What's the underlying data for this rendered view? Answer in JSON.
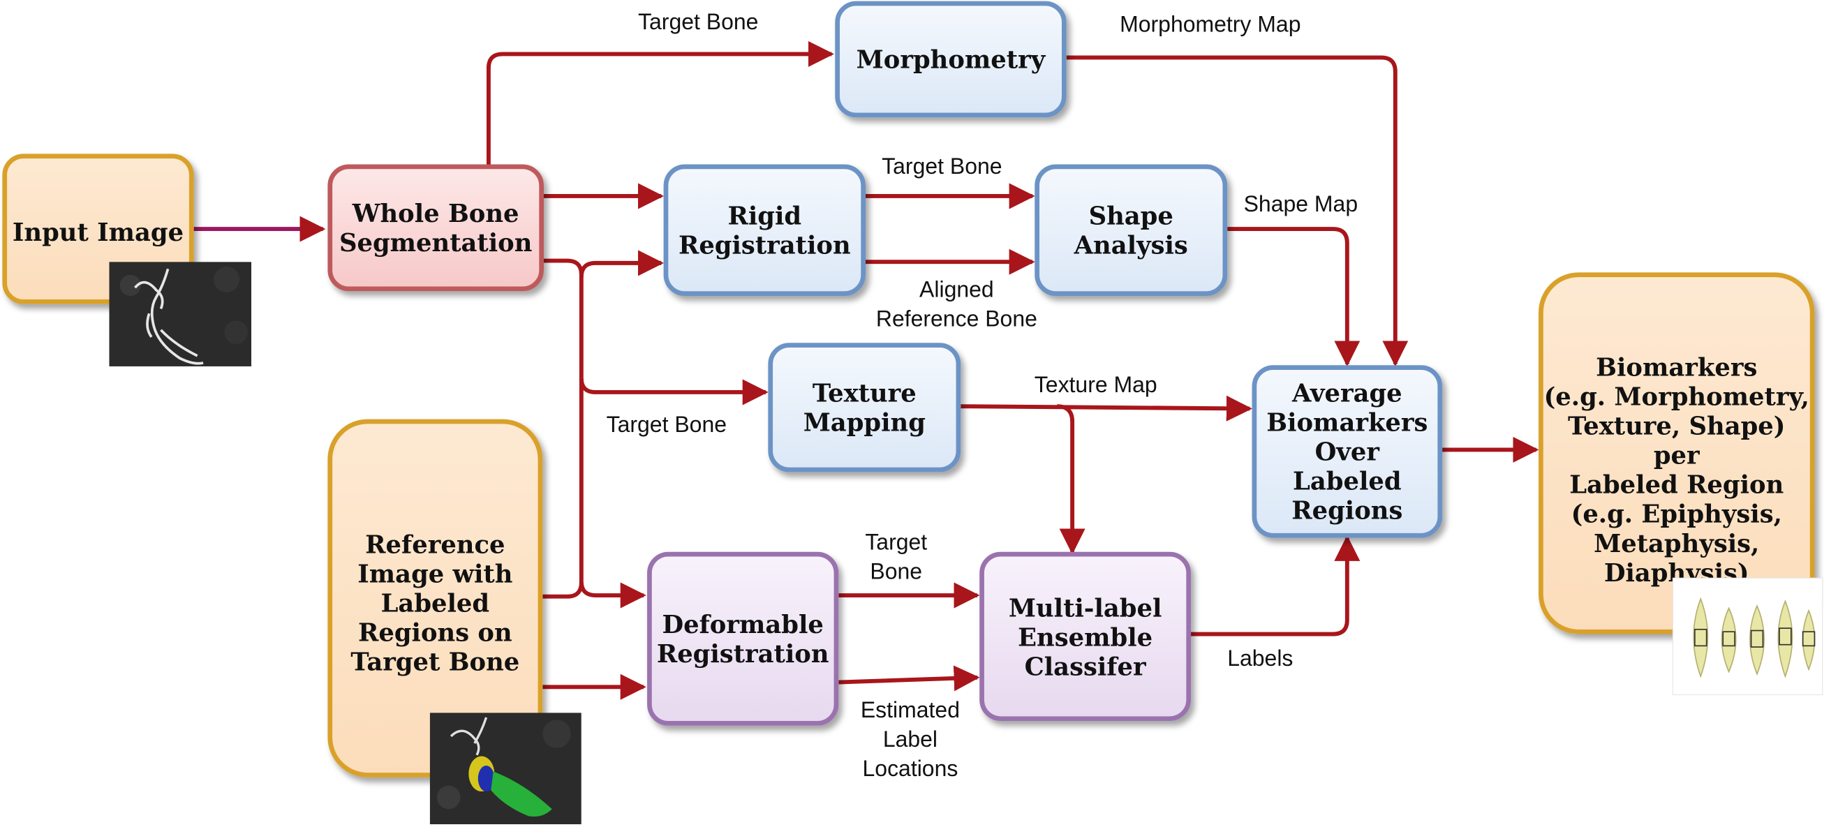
{
  "nodes": {
    "input_image": "Input Image",
    "whole_bone_segmentation": "Whole Bone\nSegmentation",
    "morphometry": "Morphometry",
    "rigid_registration": "Rigid\nRegistration",
    "shape_analysis": "Shape\nAnalysis",
    "texture_mapping": "Texture\nMapping",
    "reference_image": "Reference\nImage with\nLabeled\nRegions on\nTarget Bone",
    "deformable_registration": "Deformable\nRegistration",
    "multilabel_classifier": "Multi-label\nEnsemble\nClassifer",
    "average_biomarkers": "Average\nBiomarkers\nOver Labeled\nRegions",
    "biomarkers_output": "Biomarkers\n(e.g. Morphometry,\nTexture, Shape) per\nLabeled Region\n(e.g. Epiphysis,\nMetaphysis,\nDiaphysis)"
  },
  "edge_labels": {
    "target_bone_top": "Target Bone",
    "morphometry_map": "Morphometry Map",
    "target_bone_rigid": "Target Bone",
    "shape_map": "Shape Map",
    "aligned_reference_bone": "Aligned\nReference Bone",
    "texture_map": "Texture Map",
    "target_bone_texture": "Target Bone",
    "target_bone_deformable": "Target\nBone",
    "labels": "Labels",
    "estimated_label_locations": "Estimated\nLabel\nLocations"
  },
  "colors": {
    "arrow": "#a8161b",
    "input_arrow": "#9c1660",
    "orange_border": "#d9a12a",
    "red_border": "#be5a5c",
    "blue_border": "#6c93c5",
    "purple_border": "#9a73ae"
  },
  "icons": {
    "input_thumbnail": "bone-ct-image-icon",
    "reference_thumbnail": "labeled-bone-ct-image-icon",
    "output_thumbnail": "violin-plot-icon"
  }
}
